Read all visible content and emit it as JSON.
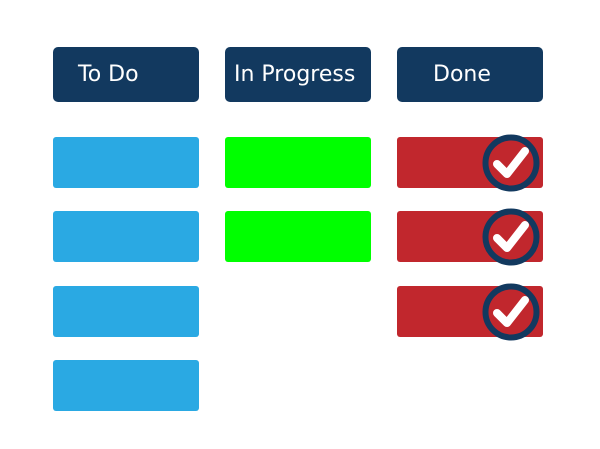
{
  "colors": {
    "header": "#12395f",
    "todo": "#2aa9e3",
    "in_progress": "#00ff00",
    "done": "#c1272d",
    "check_ring": "#12395f",
    "check_mark": "#ffffff"
  },
  "columns": [
    {
      "title": "To Do",
      "card_count": 4
    },
    {
      "title": "In Progress",
      "card_count": 2
    },
    {
      "title": "Done",
      "card_count": 3,
      "checked": true
    }
  ],
  "icons": {
    "done_card": "checkmark-circle-icon"
  }
}
